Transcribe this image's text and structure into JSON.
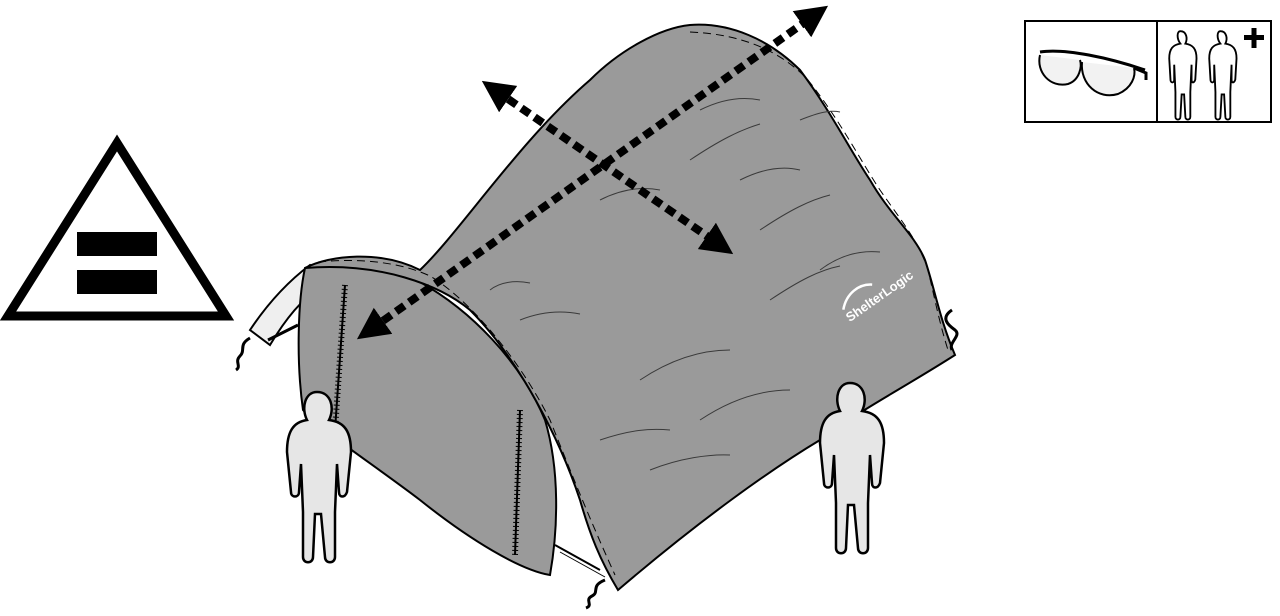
{
  "diagram": {
    "brand_logo_text": "ShelterLogic",
    "colors": {
      "cover": "#9a9a9a",
      "cover_dark": "#7d7d7d",
      "outline": "#000000",
      "person_fill": "#e6e6e6",
      "warning_fill": "#000000"
    },
    "icons": {
      "equal_sign_warning": "equal-sign-in-triangle",
      "safety_glasses": "safety-glasses",
      "two_people_required": "two-people-plus"
    }
  }
}
